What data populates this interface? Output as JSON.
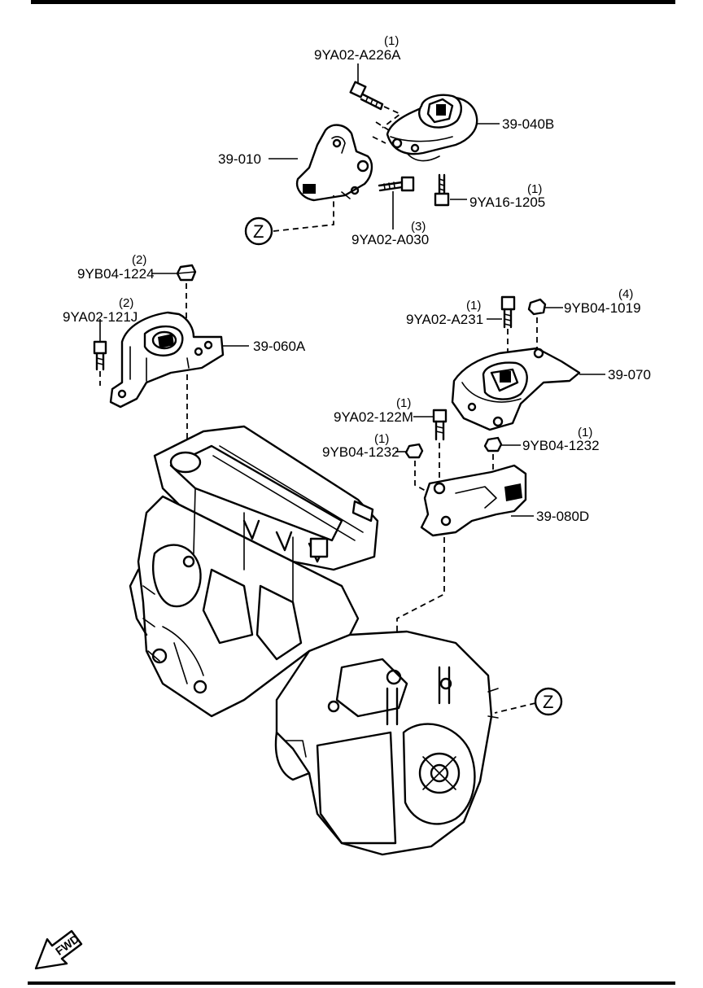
{
  "diagram": {
    "parts": [
      {
        "id": "p1",
        "qty": "(1)",
        "code": "9YA02-A226A"
      },
      {
        "id": "p2",
        "qty": "",
        "code": "39-040B"
      },
      {
        "id": "p3",
        "qty": "",
        "code": "39-010"
      },
      {
        "id": "p4",
        "qty": "(1)",
        "code": "9YA16-1205"
      },
      {
        "id": "p5",
        "qty": "(3)",
        "code": "9YA02-A030"
      },
      {
        "id": "p6",
        "qty": "(2)",
        "code": "9YB04-1224"
      },
      {
        "id": "p7",
        "qty": "(2)",
        "code": "9YA02-121J"
      },
      {
        "id": "p8",
        "qty": "",
        "code": "39-060A"
      },
      {
        "id": "p9",
        "qty": "(1)",
        "code": "9YA02-A231"
      },
      {
        "id": "p10",
        "qty": "(4)",
        "code": "9YB04-1019"
      },
      {
        "id": "p11",
        "qty": "",
        "code": "39-070"
      },
      {
        "id": "p12",
        "qty": "(1)",
        "code": "9YA02-122M"
      },
      {
        "id": "p13",
        "qty": "(1)",
        "code": "9YB04-1232"
      },
      {
        "id": "p14",
        "qty": "(1)",
        "code": "9YB04-1232"
      },
      {
        "id": "p15",
        "qty": "",
        "code": "39-080D"
      }
    ],
    "ref_marker_top": "Z",
    "ref_marker_right": "Z",
    "fwd_label": "FWD"
  }
}
